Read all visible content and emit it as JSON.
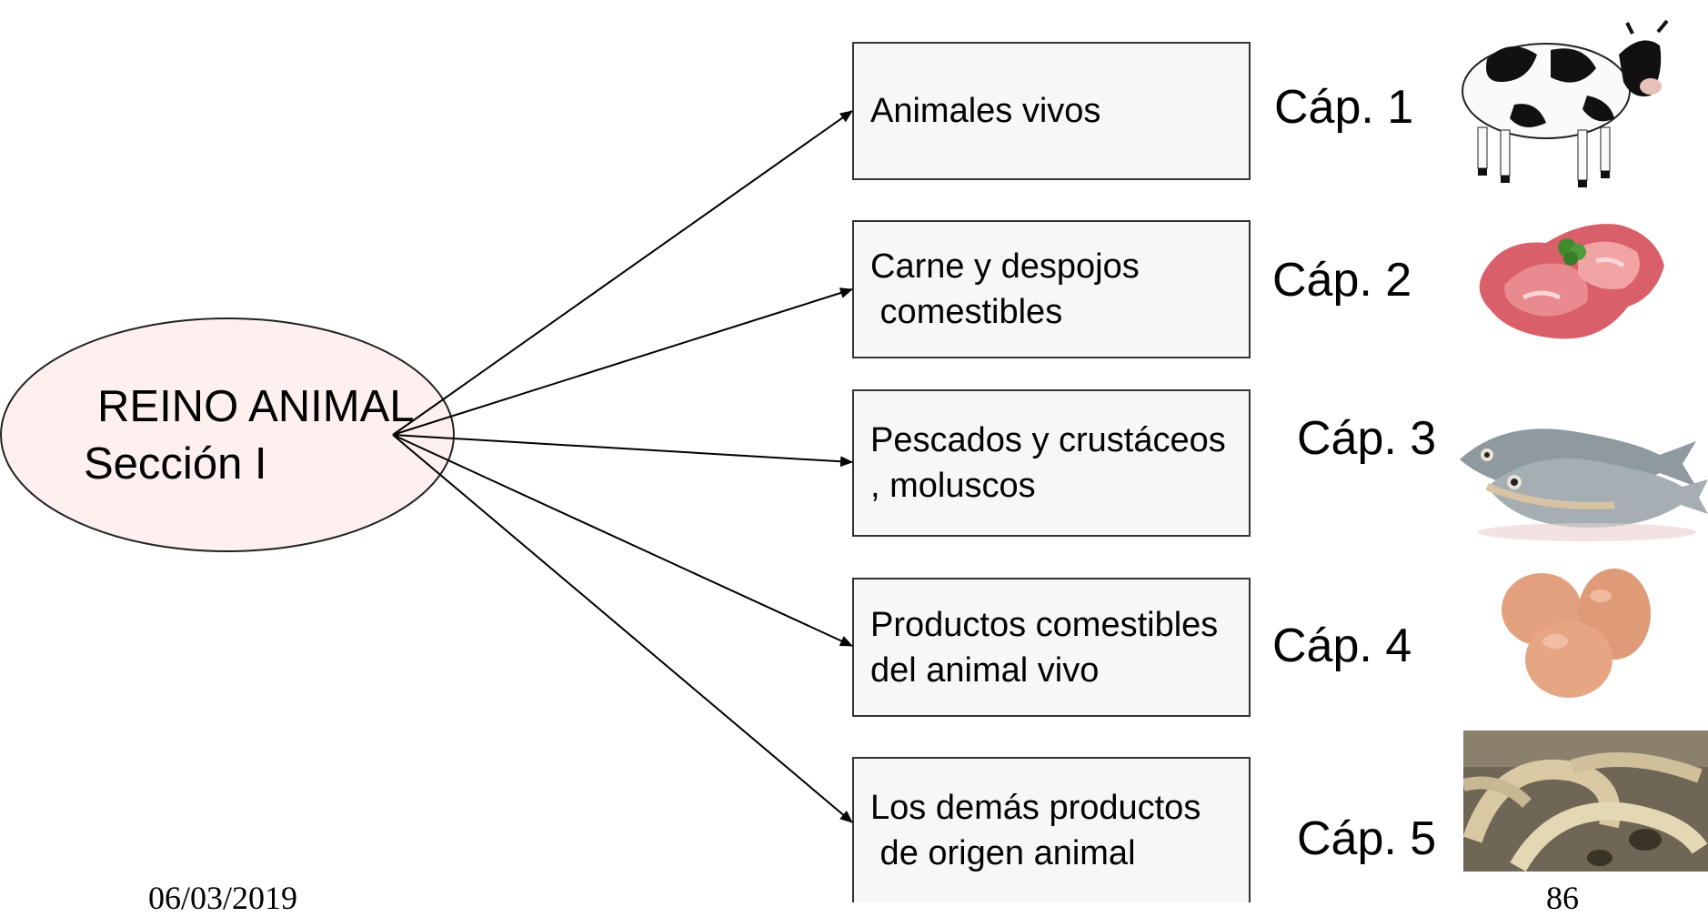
{
  "root": {
    "line1": "REINO ANIMAL",
    "line2": "Sección I"
  },
  "chapters": [
    {
      "box_lines": [
        "Animales vivos"
      ],
      "cap": "Cáp. 1",
      "image": "cow-photo"
    },
    {
      "box_lines": [
        "Carne y despojos",
        " comestibles"
      ],
      "cap": "Cáp. 2",
      "image": "meat-photo"
    },
    {
      "box_lines": [
        "Pescados y crustáceos",
        ", moluscos"
      ],
      "cap": "Cáp. 3",
      "image": "fish-photo"
    },
    {
      "box_lines": [
        "Productos comestibles",
        "del animal vivo"
      ],
      "cap": "Cáp. 4",
      "image": "eggs-photo"
    },
    {
      "box_lines": [
        "Los demás productos",
        " de origen animal"
      ],
      "cap": "Cáp. 5",
      "image": "ivory-tusks-photo"
    }
  ],
  "footer": {
    "date": "06/03/2019",
    "page": "86"
  },
  "colors": {
    "ellipse_fill": "#fdf0ef",
    "box_fill": "#f7f7f7",
    "line": "#000000"
  }
}
